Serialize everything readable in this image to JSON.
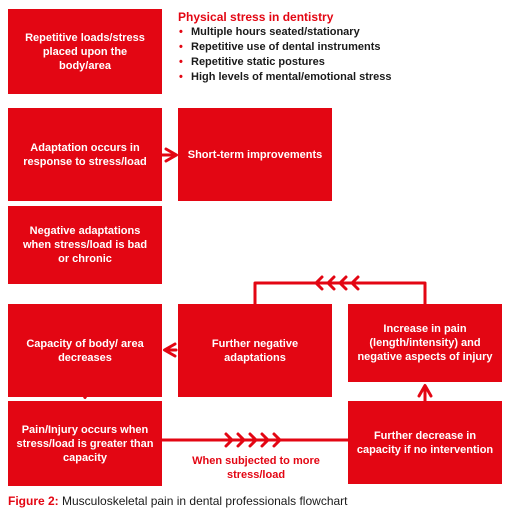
{
  "boxes": {
    "repetitive_load": "Repetitive loads/stress placed upon the body/area",
    "adaptation": "Adaptation occurs in response to stress/load",
    "short_term": "Short-term improvements",
    "negative_adaptations": "Negative adaptations when stress/load is bad or chronic",
    "capacity_decreases": "Capacity of body/ area decreases",
    "further_negative": "Further negative adaptations",
    "increase_pain": "Increase in pain (length/intensity) and negative aspects of injury",
    "pain_injury": "Pain/Injury occurs when stress/load is greater than capacity",
    "further_decrease": "Further decrease in capacity if no intervention"
  },
  "stress": {
    "title": "Physical stress in dentistry",
    "items": [
      "Multiple hours seated/stationary",
      "Repetitive use of dental instruments",
      "Repetitive static postures",
      "High levels of mental/emotional stress"
    ]
  },
  "labels": {
    "when_subjected": "When subjected to more stress/load"
  },
  "caption": {
    "label": "Figure 2:",
    "text": " Musculoskeletal pain in dental professionals flowchart"
  },
  "colors": {
    "accent": "#e30613",
    "text": "#1a1a1a"
  }
}
